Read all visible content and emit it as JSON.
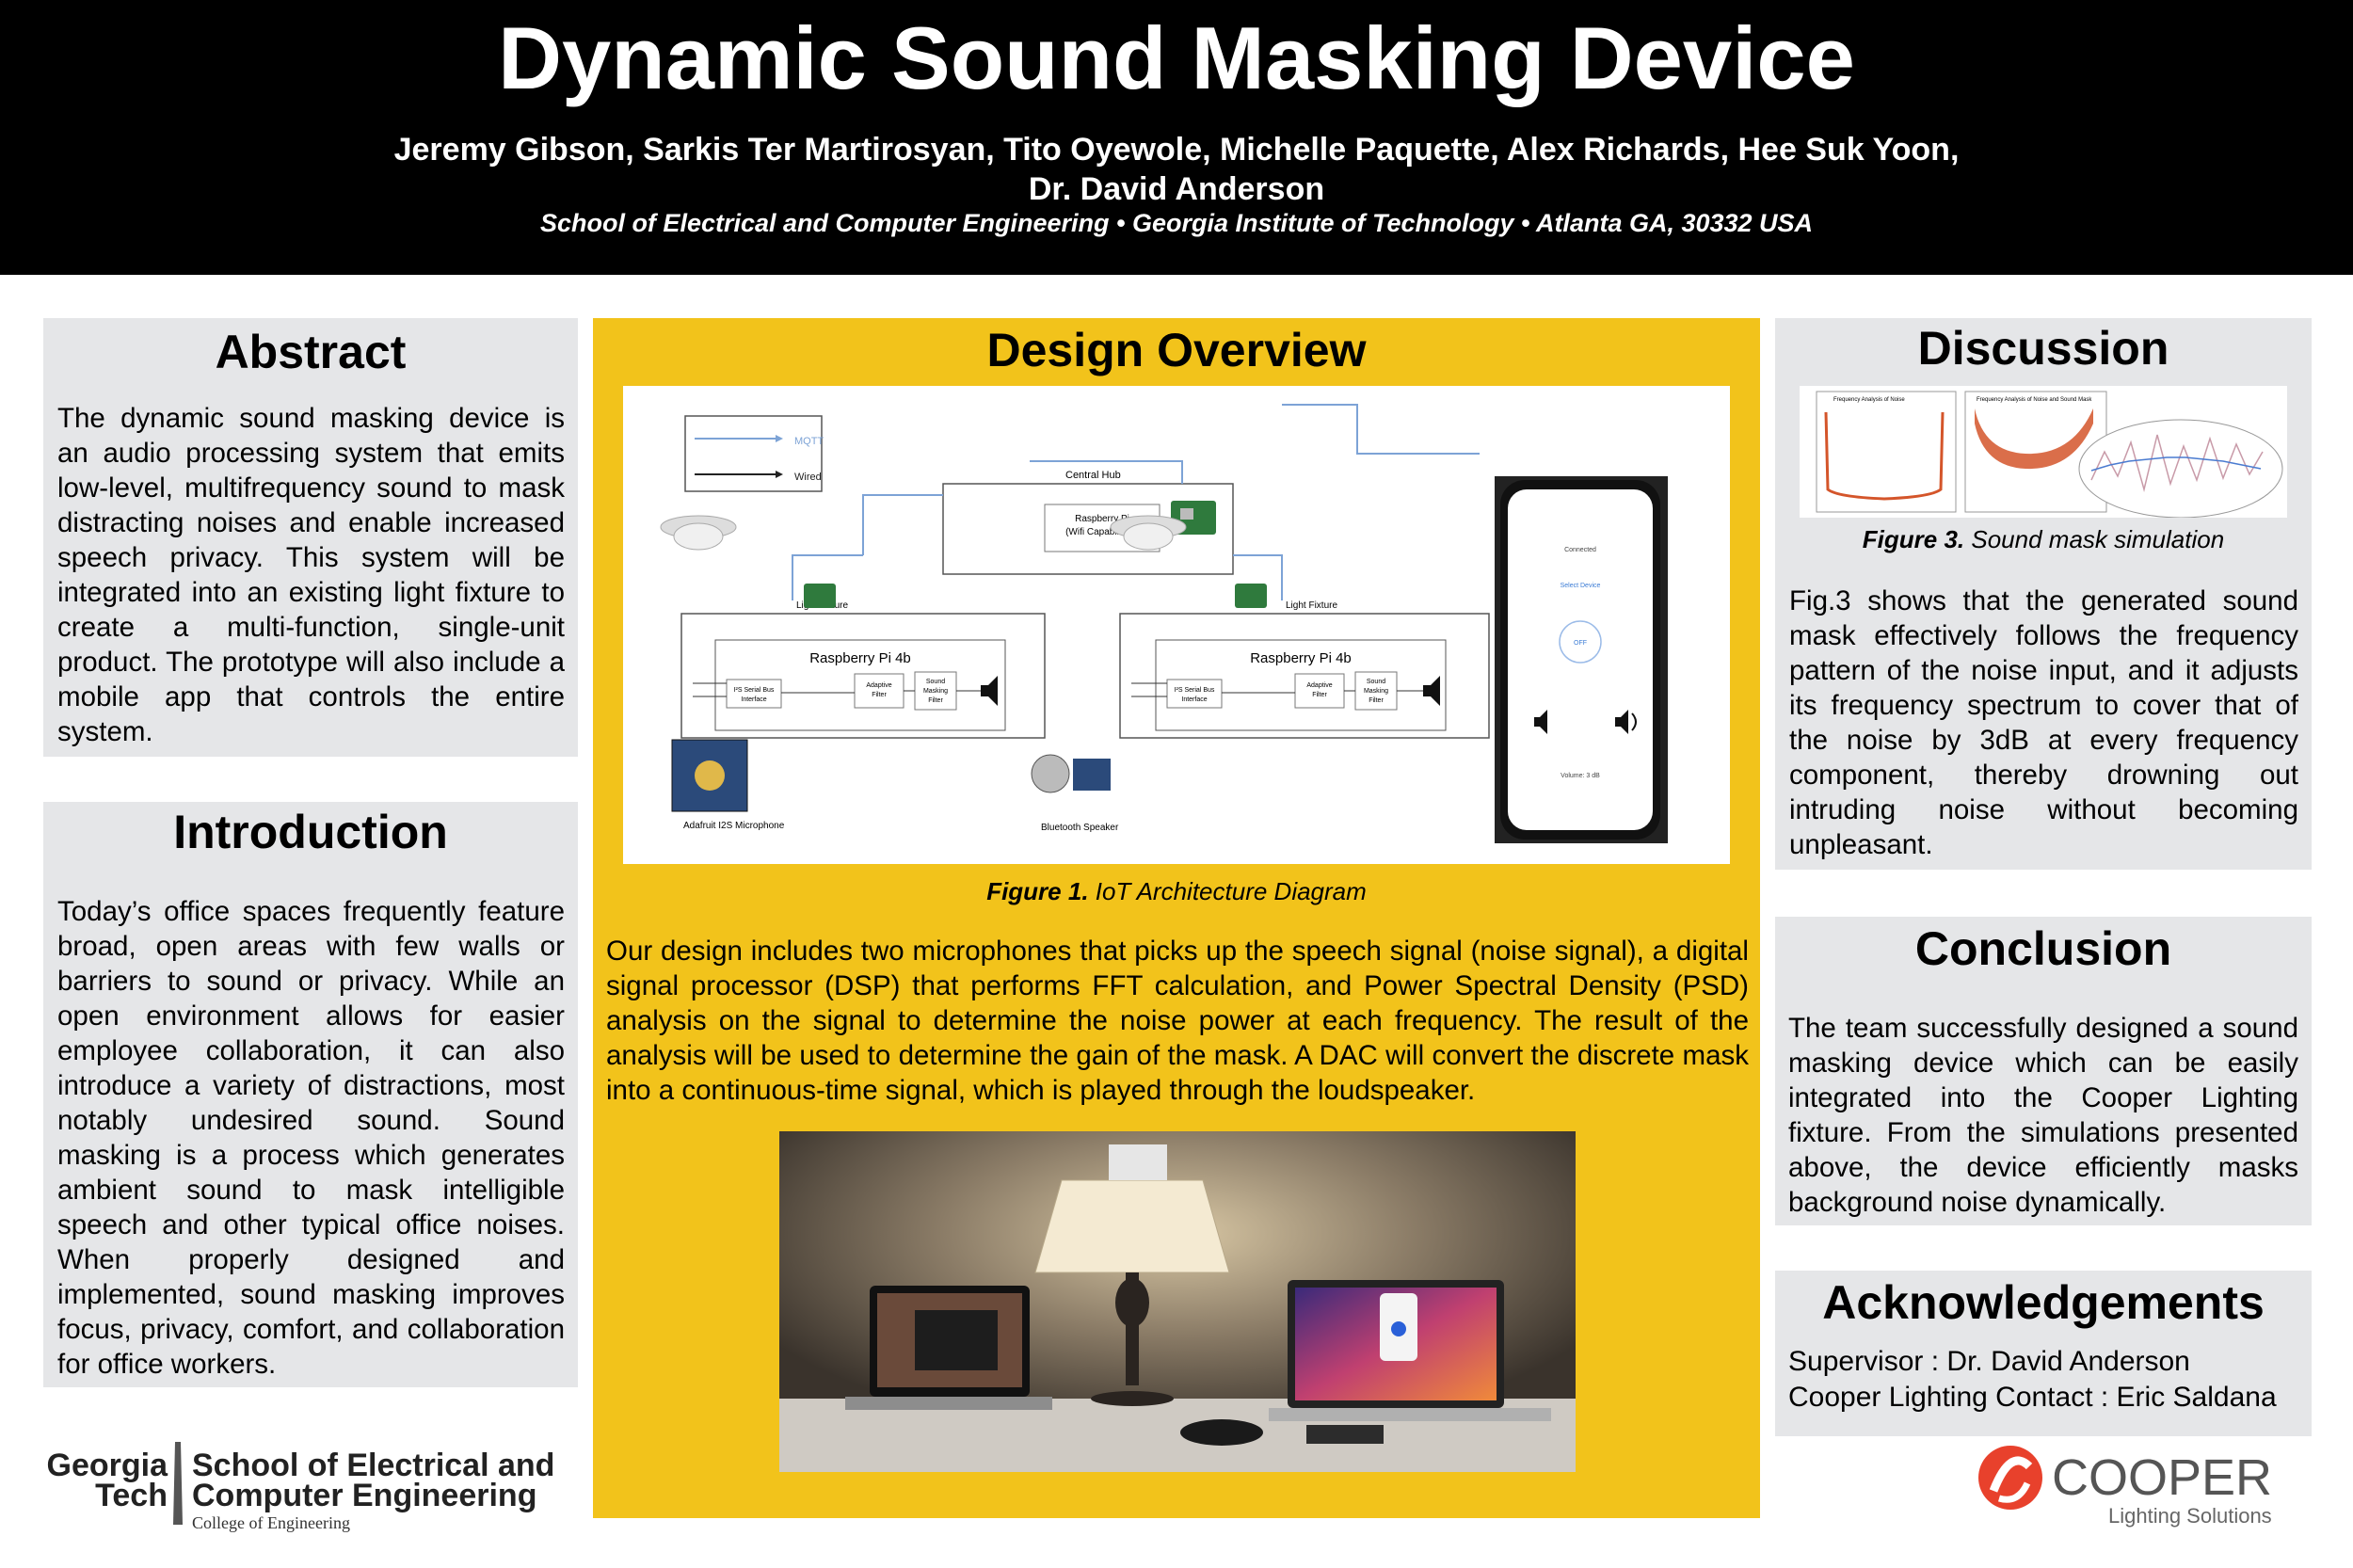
{
  "header": {
    "title": "Dynamic Sound Masking Device",
    "authors_line1": "Jeremy Gibson, Sarkis Ter Martirosyan, Tito Oyewole, Michelle Paquette, Alex Richards, Hee Suk Yoon,",
    "authors_line2": "Dr. David Anderson",
    "affiliation": "School of Electrical and Computer Engineering • Georgia Institute of Technology • Atlanta GA, 30332 USA"
  },
  "abstract": {
    "heading": "Abstract",
    "text": "The dynamic sound masking device is an audio processing system that emits low-level, multifrequency sound to mask distracting noises and enable increased speech privacy. This system will be integrated into an existing light fixture to create a multi-function, single-unit product. The prototype will also include a mobile app that controls the entire system."
  },
  "introduction": {
    "heading": "Introduction",
    "text": "Today’s office spaces frequently feature broad, open areas with few walls or barriers to sound or privacy. While an open environment allows for easier employee collaboration, it can also introduce a variety of distractions, most notably undesired sound. Sound masking is a process which generates ambient sound to mask intelligible speech and other typical office noises. When properly designed and implemented, sound masking improves focus, privacy, comfort, and collaboration for office workers."
  },
  "design": {
    "heading": "Design Overview",
    "fig1_label": "Figure 1.",
    "fig1_caption": " IoT Architecture Diagram",
    "text": "Our design includes two microphones that picks up the speech signal (noise signal), a digital signal processor (DSP) that performs FFT calculation, and Power Spectral Density (PSD) analysis on the signal to determine the noise power at each frequency. The result of the analysis will be used to determine the gain of the mask. A DAC will convert the discrete mask into a continuous-time signal, which is played through the loudspeaker.",
    "diagram": {
      "legend_mqtt": "MQTT",
      "legend_wired": "Wired",
      "central_hub": "Central Hub",
      "rpi_wifi_1": "Raspberry Pi",
      "rpi_wifi_2": "(Wifi Capabilities)",
      "light_fixture": "Light Fixture",
      "rpi4b": "Raspberry Pi 4b",
      "i2s_1": "I²S Serial Bus",
      "i2s_2": "Interface",
      "adaptive_1": "Adaptive",
      "adaptive_2": "Filter",
      "masking_1": "Sound",
      "masking_2": "Masking",
      "masking_3": "Filter",
      "mic_label": "Adafruit I2S Microphone",
      "speaker_label": "Bluetooth Speaker",
      "phone_status": "Connected",
      "phone_select": "Select Device",
      "phone_button": "OFF",
      "phone_volume": "Volume: 3 dB"
    }
  },
  "discussion": {
    "heading": "Discussion",
    "fig3_label": "Figure 3.",
    "fig3_caption": " Sound mask simulation",
    "text": "Fig.3 shows that the generated sound mask effectively follows the frequency pattern of the noise input, and it adjusts its frequency spectrum to cover that of the noise by 3dB at every frequency component, thereby drowning out intruding noise without becoming unpleasant.",
    "sim1_title": "Frequency Analysis of Noise",
    "sim2_title": "Frequency Analysis of Noise and Sound Mask"
  },
  "conclusion": {
    "heading": "Conclusion",
    "text": "The team successfully designed a sound masking device which can be easily integrated into the Cooper Lighting fixture. From the simulations presented above, the device efficiently masks background noise dynamically."
  },
  "acknowledgements": {
    "heading": "Acknowledgements",
    "line1": "Supervisor : Dr. David Anderson",
    "line2": "Cooper Lighting Contact : Eric Saldana"
  },
  "logos": {
    "gt_word1": "Georgia",
    "gt_word2": "Tech",
    "school_line1": "School of Electrical and",
    "school_line2": "Computer Engineering",
    "college": "College of Engineering",
    "cooper_name": "COOPER",
    "cooper_sub": "Lighting Solutions"
  },
  "colors": {
    "header_bg": "#000000",
    "panel_gray": "#e5e6e8",
    "design_yellow": "#f2c31b",
    "cooper_red": "#e8412c"
  }
}
